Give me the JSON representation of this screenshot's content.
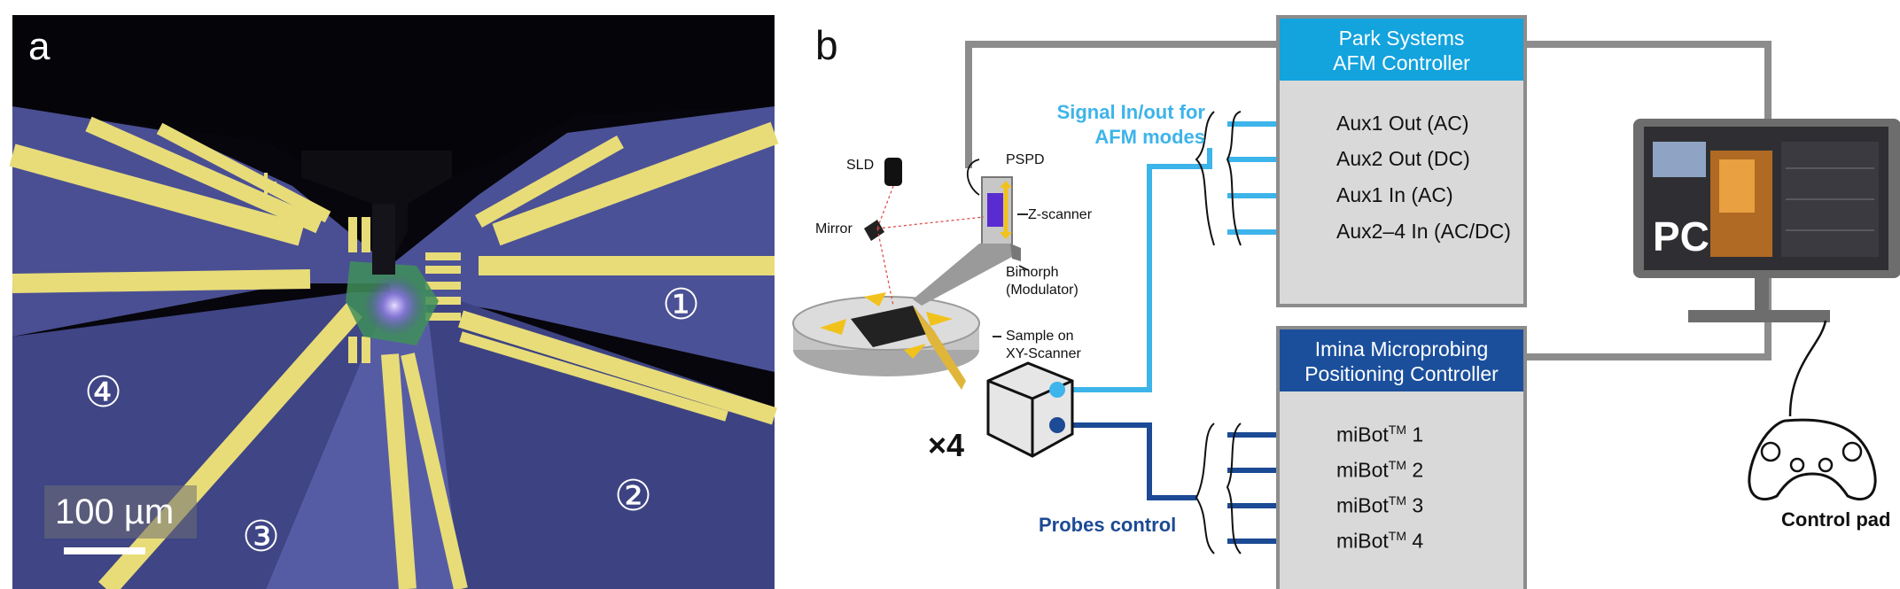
{
  "panel_a": {
    "letter": "a",
    "scale_bar": "100 µm",
    "probe_numbers": [
      "①",
      "②",
      "③",
      "④"
    ]
  },
  "panel_b": {
    "letter": "b",
    "afm_controller": {
      "title_line1": "Park Systems",
      "title_line2": "AFM Controller",
      "ports": [
        "Aux1 Out (AC)",
        "Aux2 Out (DC)",
        "Aux1 In (AC)",
        "Aux2–4 In (AC/DC)"
      ]
    },
    "imina_controller": {
      "title_line1": "Imina Microprobing",
      "title_line2": "Positioning Controller",
      "ports": [
        {
          "name": "miBot",
          "sup": "TM",
          "num": "1"
        },
        {
          "name": "miBot",
          "sup": "TM",
          "num": "2"
        },
        {
          "name": "miBot",
          "sup": "TM",
          "num": "3"
        },
        {
          "name": "miBot",
          "sup": "TM",
          "num": "4"
        }
      ]
    },
    "signal_label_line1": "Signal In/out for",
    "signal_label_line2": "AFM modes",
    "probes_label": "Probes control",
    "multiplier": "×4",
    "afm_parts": {
      "sld": "SLD",
      "pspd": "PSPD",
      "mirror": "Mirror",
      "z_scanner": "Z-scanner",
      "bimorph_line1": "Bimorph",
      "bimorph_line2": "(Modulator)",
      "sample_line1": "Sample on",
      "sample_line2": "XY-Scanner"
    },
    "pc_label": "PC",
    "control_pad_label": "Control pad",
    "colors": {
      "afm_header": "#13a3dd",
      "imina_header": "#1b4f9c",
      "box_fill": "#d9d9d9",
      "wire_gray": "#8c8c8c",
      "signal_light": "#3db4ea",
      "probes_dark": "#1c4a94"
    }
  }
}
